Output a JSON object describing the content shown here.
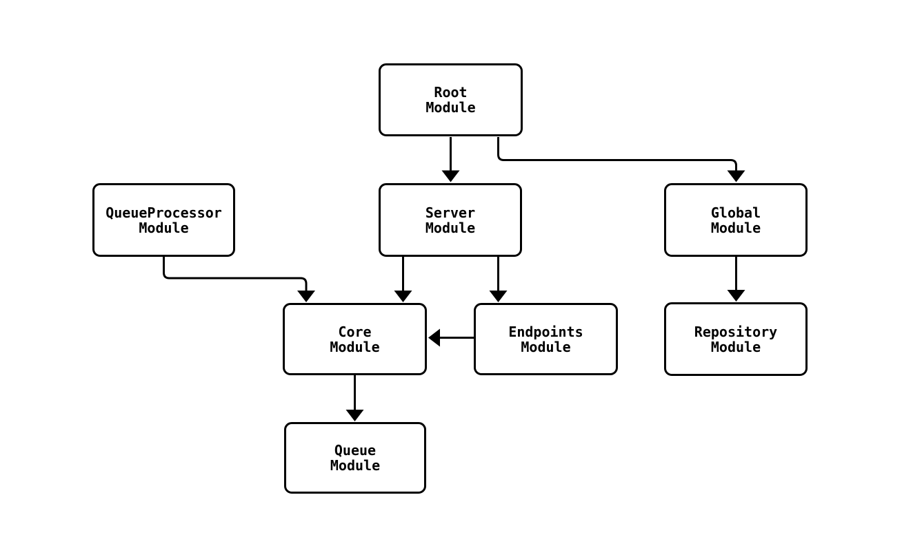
{
  "diagram": {
    "type": "flowchart",
    "colors": {
      "background": "#ffffff",
      "node_fill": "#ffffff",
      "node_border": "#000000",
      "edge": "#000000",
      "text": "#000000"
    },
    "nodes": {
      "root": {
        "label": "Root\nModule"
      },
      "queue_processor": {
        "label": "QueueProcessor\nModule"
      },
      "server": {
        "label": "Server\nModule"
      },
      "global": {
        "label": "Global\nModule"
      },
      "core": {
        "label": "Core\nModule"
      },
      "endpoints": {
        "label": "Endpoints\nModule"
      },
      "repository": {
        "label": "Repository\nModule"
      },
      "queue": {
        "label": "Queue\nModule"
      }
    },
    "edges": [
      {
        "from": "Root Module",
        "to": "Server Module"
      },
      {
        "from": "Root Module",
        "to": "Global Module"
      },
      {
        "from": "QueueProcessor Module",
        "to": "Core Module"
      },
      {
        "from": "Server Module",
        "to": "Core Module"
      },
      {
        "from": "Server Module",
        "to": "Endpoints Module"
      },
      {
        "from": "Endpoints Module",
        "to": "Core Module"
      },
      {
        "from": "Global Module",
        "to": "Repository Module"
      },
      {
        "from": "Core Module",
        "to": "Queue Module"
      }
    ]
  }
}
